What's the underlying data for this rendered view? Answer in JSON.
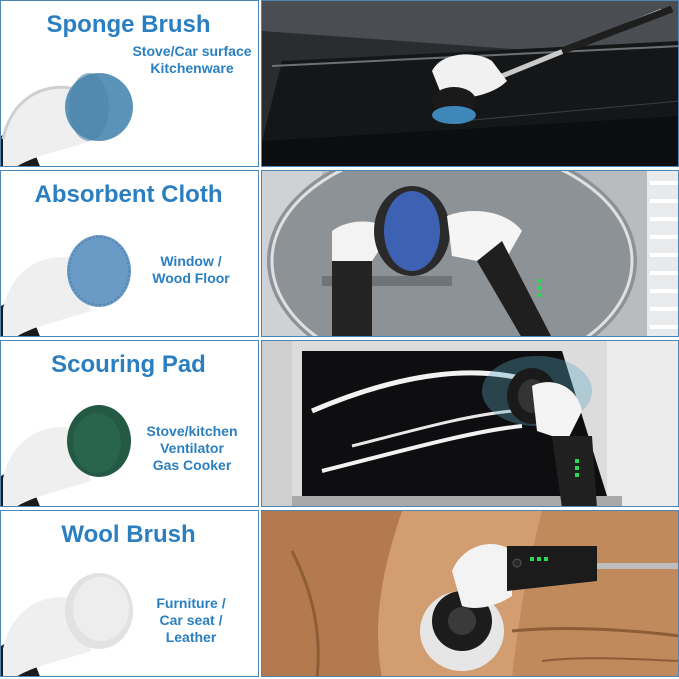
{
  "panels": [
    {
      "title": "Sponge Brush",
      "lines": [
        "Stove/Car surface",
        "Kitchenware"
      ],
      "pad": "sponge",
      "pad_color": "#5b93b8",
      "scene": "car"
    },
    {
      "title": "Absorbent Cloth",
      "lines": [
        "Window /",
        "Wood Floor"
      ],
      "pad": "cloth",
      "pad_color": "#6a9bc6",
      "scene": "window"
    },
    {
      "title": "Scouring Pad",
      "lines": [
        "Stove/kitchen",
        "Ventilator",
        "Gas Cooker"
      ],
      "pad": "scour",
      "pad_color": "#245a45",
      "scene": "hood"
    },
    {
      "title": "Wool Brush",
      "lines": [
        "Furniture /",
        "Car seat /",
        "Leather"
      ],
      "pad": "wool",
      "pad_color": "#e2e2e2",
      "scene": "leather"
    }
  ],
  "colors": {
    "border": "#4a86b7",
    "text": "#2b7fc0"
  }
}
